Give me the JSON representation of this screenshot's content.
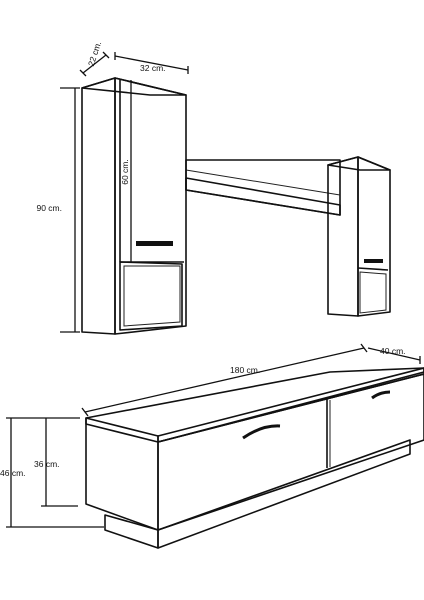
{
  "dimensions": {
    "wall_unit_depth": "22 cm.",
    "wall_unit_width": "32 cm.",
    "wall_unit_height": "90 cm.",
    "door_height": "60 cm.",
    "tv_stand_width": "180 cm.",
    "tv_stand_depth": "40 cm.",
    "tv_stand_height": "46 cm.",
    "tv_stand_body_height": "36 cm."
  },
  "colors": {
    "line": "#111111",
    "panel": "#ffffff",
    "shade": "#f2f2f2"
  }
}
